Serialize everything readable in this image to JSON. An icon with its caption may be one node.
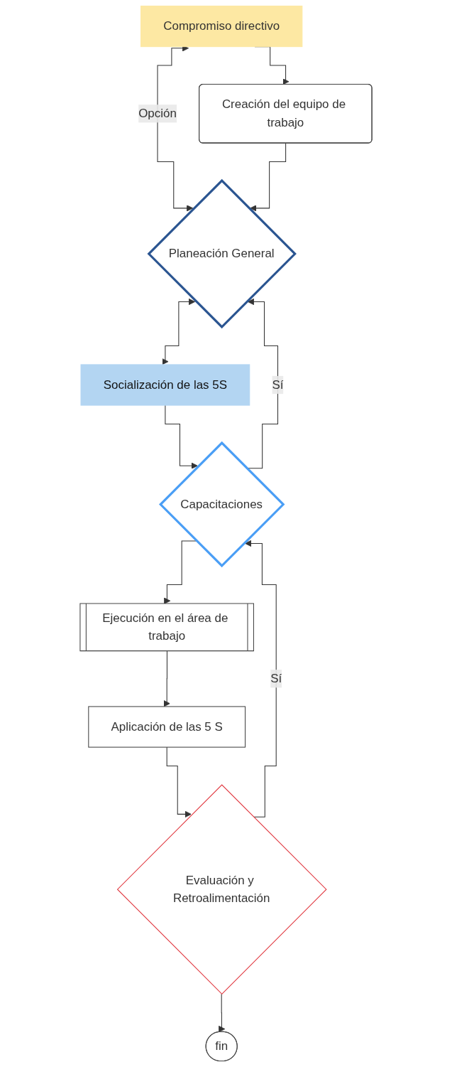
{
  "diagram": {
    "nodes": [
      {
        "text": [
          "Compromiso directivo"
        ]
      },
      {
        "text": [
          "Creación del equipo de trabajo"
        ]
      },
      {
        "text": [
          "Planeación General"
        ]
      },
      {
        "text": [
          "Socialización de las 5S"
        ]
      },
      {
        "text": [
          "Capacitaciones"
        ]
      },
      {
        "text": [
          "Ejecución en el área de trabajo"
        ]
      },
      {
        "text": [
          "Aplicación de las 5 S"
        ]
      },
      {
        "text": [
          "Evaluación y Retroalimentación"
        ]
      },
      {
        "text": [
          "fin"
        ]
      }
    ],
    "edges": [
      {
        "from": 0,
        "to": 1,
        "arrow": "to"
      },
      {
        "from": 0,
        "to": 2,
        "arrow": "both",
        "label": "Opción"
      },
      {
        "from": 1,
        "to": 2,
        "arrow": "to"
      },
      {
        "from": 2,
        "to": 3,
        "arrow": "both"
      },
      {
        "from": 3,
        "to": 4,
        "arrow": "to"
      },
      {
        "from": 4,
        "to": 2,
        "arrow": "to",
        "label": "Sí"
      },
      {
        "from": 4,
        "to": 5,
        "arrow": "to"
      },
      {
        "from": 5,
        "to": 6,
        "arrow": "to"
      },
      {
        "from": 6,
        "to": 7,
        "arrow": "to"
      },
      {
        "from": 7,
        "to": 4,
        "arrow": "to",
        "label": "Sí"
      },
      {
        "from": 7,
        "to": 8,
        "arrow": "to"
      }
    ]
  }
}
